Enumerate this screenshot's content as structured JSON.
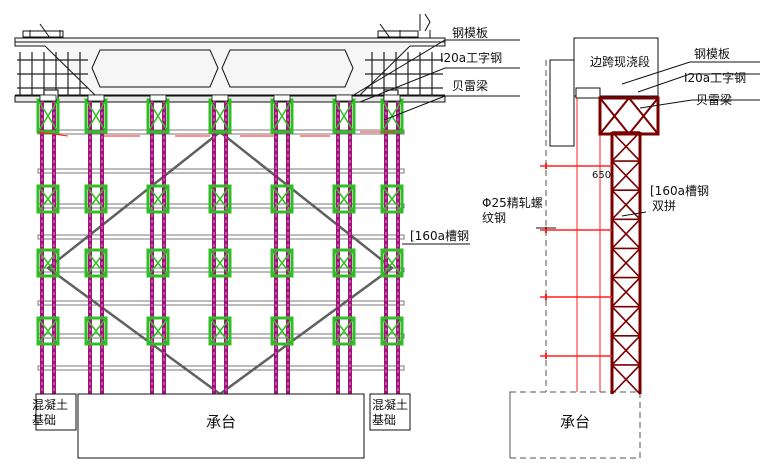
{
  "colors": {
    "line": "#111111",
    "frame": "#7a7a7a",
    "bracing": "#606060",
    "pier_magenta": "#a0147a",
    "pier_green": "#2fbf24",
    "truss_red": "#7a0000",
    "tie_red": "#ff2020",
    "dash": "#555555"
  },
  "left_view": {
    "base_label": "承台",
    "left_foundation_label": [
      "混凝土",
      "基础"
    ],
    "right_foundation_label": [
      "混凝土",
      "基础"
    ],
    "callouts": {
      "steel_formwork": "钢模板",
      "i_beam": "I20a工字钢",
      "bailey_beam": "贝雷梁",
      "channel": "[160a槽钢"
    }
  },
  "right_view": {
    "top_box_label": "边跨现浇段",
    "base_label": "承台",
    "dimension": "650",
    "callouts": {
      "steel_formwork": "钢模板",
      "i_beam": "I20a工字钢",
      "bailey_beam": "贝雷梁",
      "rebar": [
        "Φ25精轧螺",
        "纹钢"
      ],
      "channel_double": [
        "[160a槽钢",
        "双拼"
      ]
    }
  }
}
